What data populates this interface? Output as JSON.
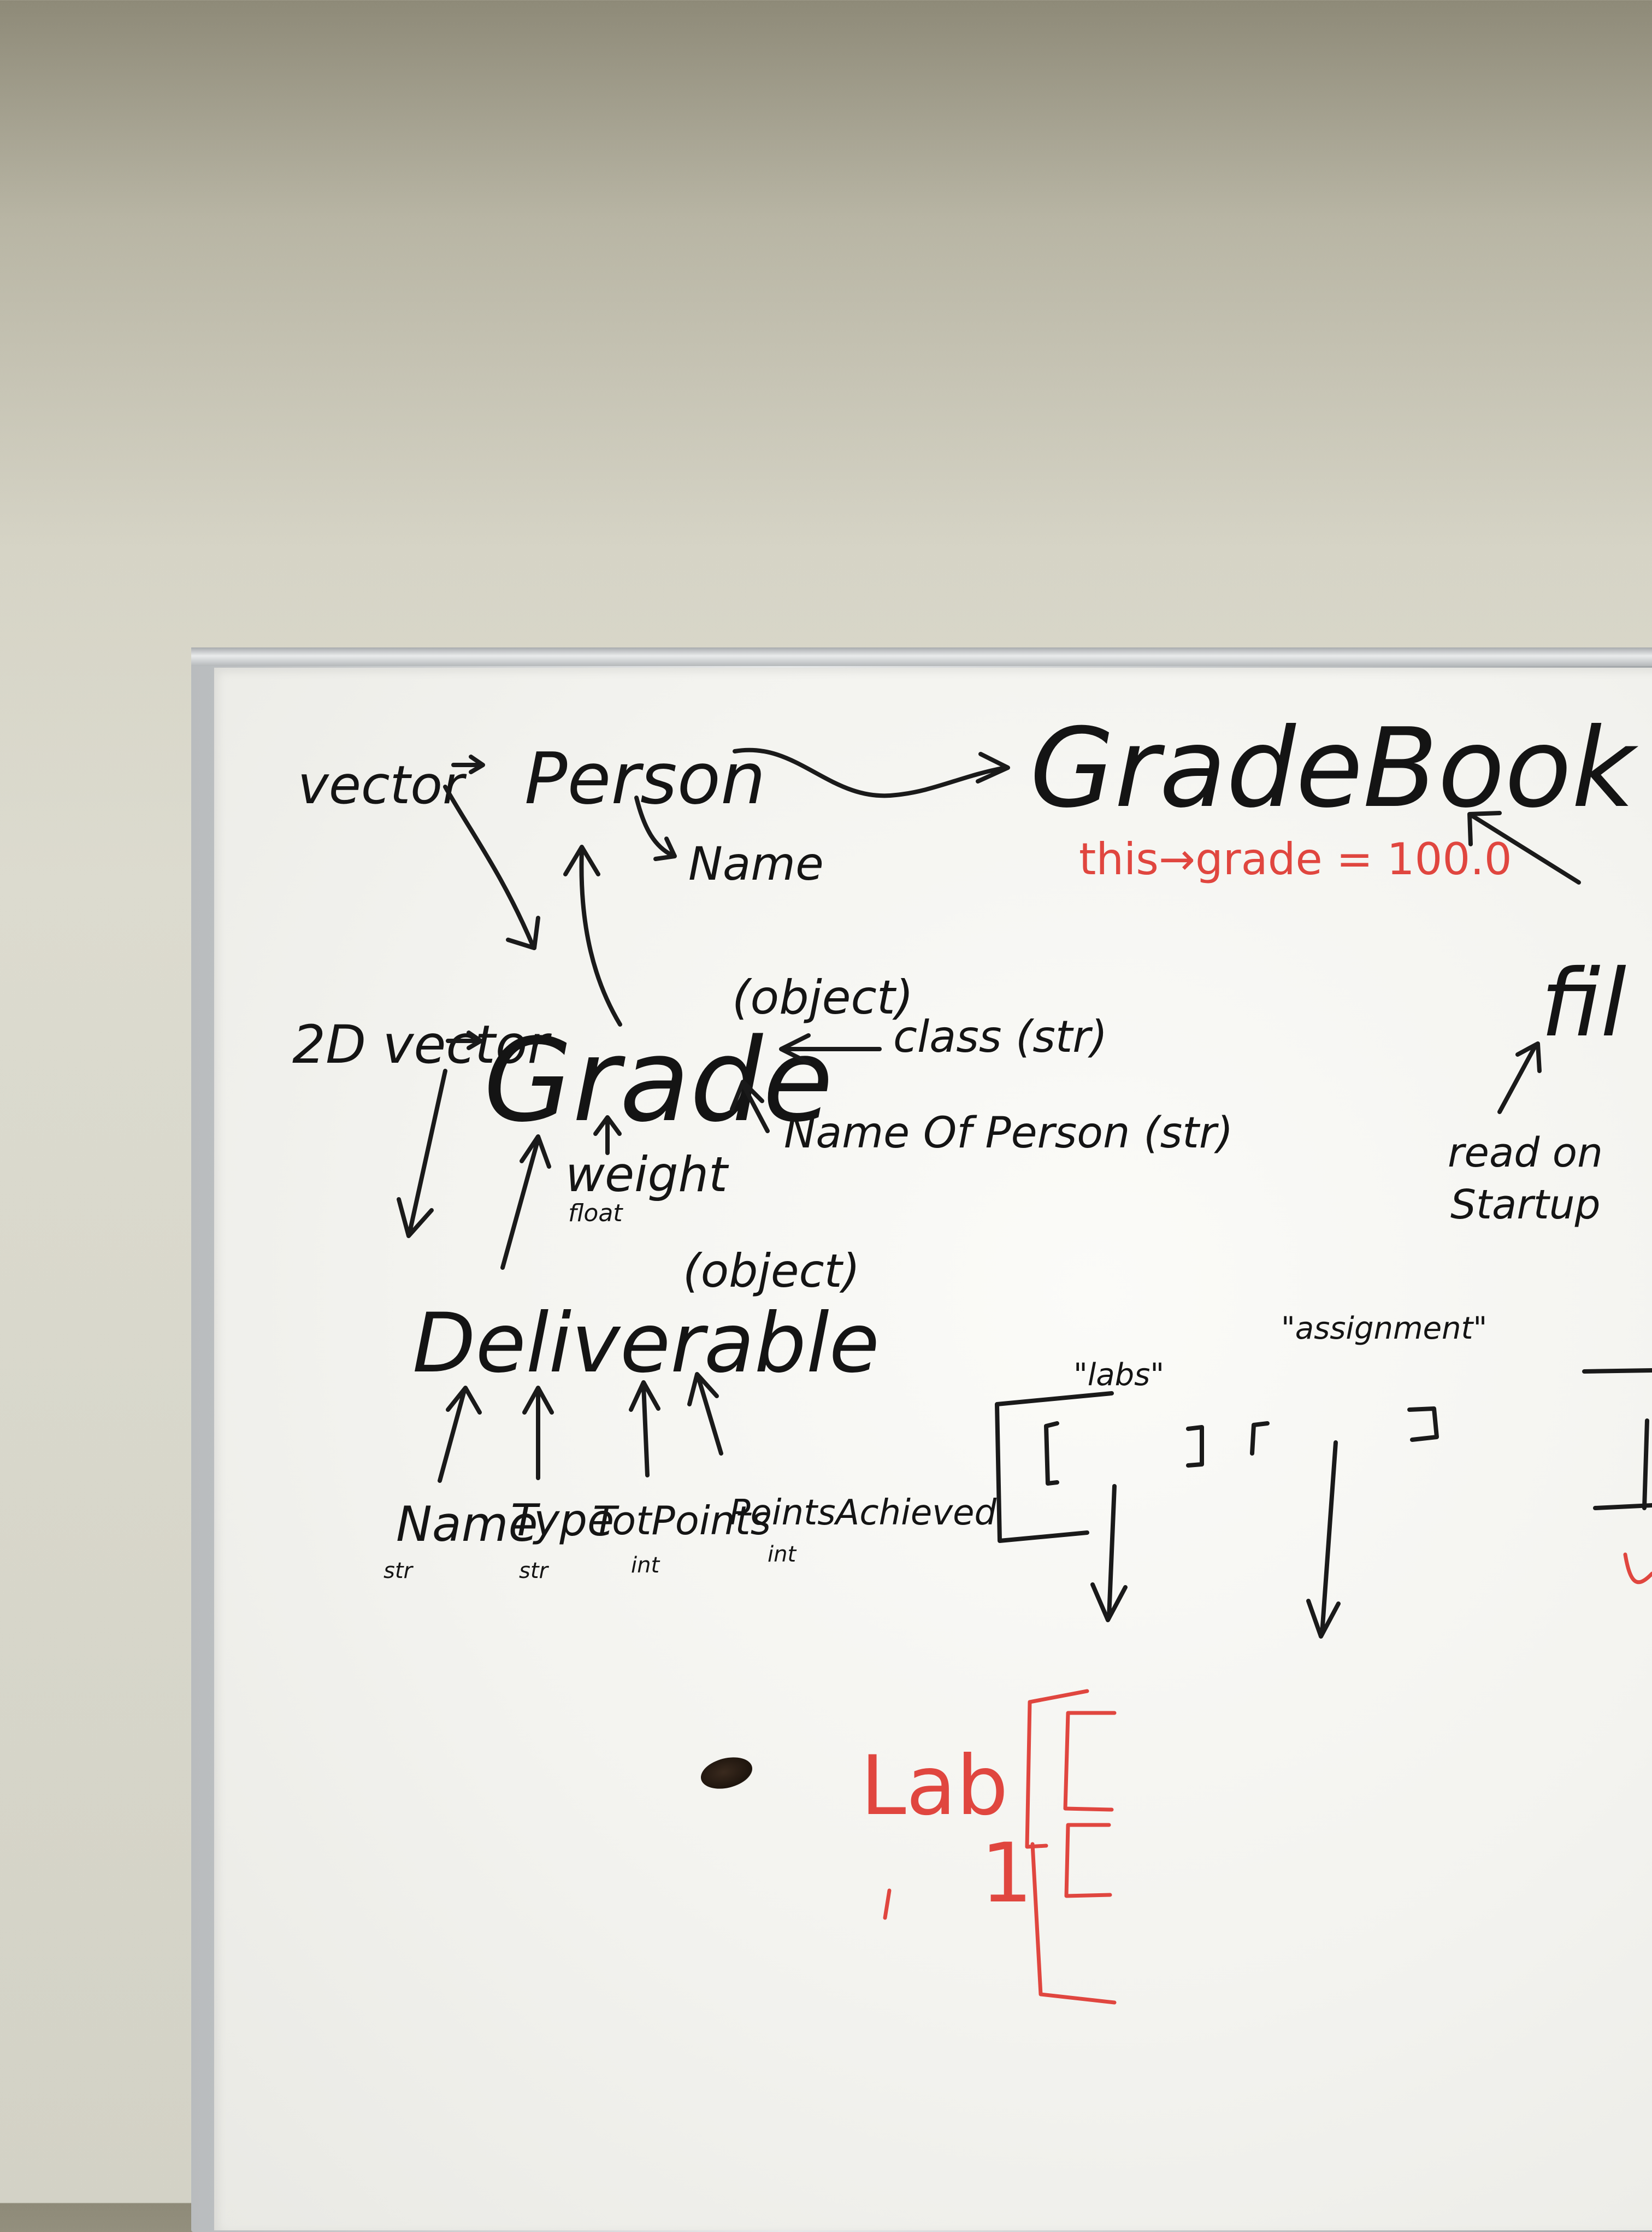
{
  "board": {
    "gradebook": "GradeBook",
    "person": "Person",
    "vector": "vector",
    "name_attr": "Name",
    "twod_vector": "2D vector",
    "grade": "Grade",
    "grade_object": "(object)",
    "class_str": "class (str)",
    "name_of_person": "Name Of Person (str)",
    "weight": "weight",
    "weight_type": "float",
    "deliverable": "Deliverable",
    "deliverable_object": "(object)",
    "fields": [
      {
        "label": "Name",
        "type": "str"
      },
      {
        "label": "Type",
        "type": "str"
      },
      {
        "label": "TotPoints",
        "type": "int"
      },
      {
        "label": "PointsAchieved",
        "type": "int"
      }
    ],
    "red_note": "this→grade = 100.0",
    "file_partial": "fil",
    "read_on": "read on",
    "startup": "Startup",
    "labs_key": "\"labs\"",
    "assignment_key": "\"assignment\"",
    "lab_red": "Lab",
    "lab_num_red": "1"
  },
  "colors": {
    "marker_black": "#1a1a1a",
    "marker_red": "#e0463f",
    "wall": "#d9d8cc",
    "board": "#f5f5f2",
    "frame": "#c9cccd"
  }
}
